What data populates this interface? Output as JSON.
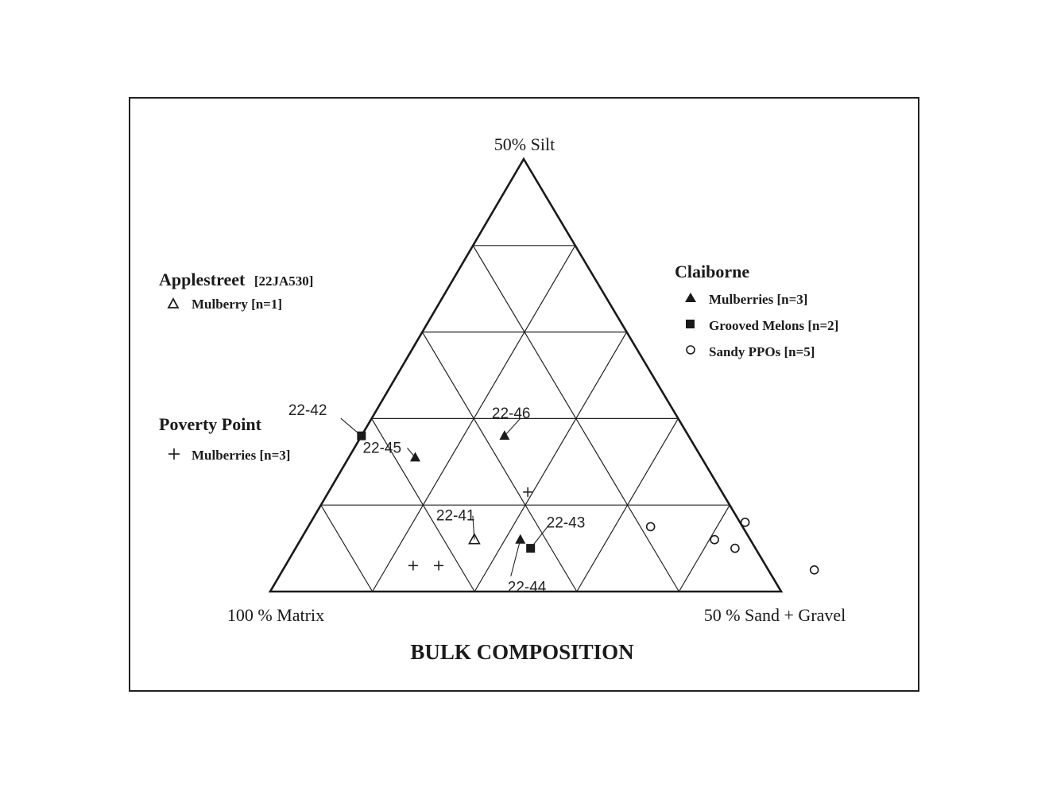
{
  "chart_data": {
    "type": "scatter",
    "subtype": "ternary",
    "title": "BULK COMPOSITION",
    "vertices": {
      "top": "50% Silt",
      "left": "100 % Matrix",
      "right": "50 % Sand + Gravel"
    },
    "grid_divisions": 5,
    "legend_groups": [
      {
        "name": "Applestreet",
        "site": "[22JA530]",
        "entries": [
          {
            "symbol": "△",
            "marker": "triangle-open",
            "label": "Mulberry [n=1]"
          }
        ]
      },
      {
        "name": "Poverty Point",
        "site": "",
        "entries": [
          {
            "symbol": "+",
            "marker": "plus",
            "label": "Mulberries [n=3]"
          }
        ]
      },
      {
        "name": "Claiborne",
        "site": "",
        "entries": [
          {
            "symbol": "▲",
            "marker": "triangle-filled",
            "label": "Mulberries [n=3]"
          },
          {
            "symbol": "■",
            "marker": "square-filled",
            "label": "Grooved Melons [n=2]"
          },
          {
            "symbol": "○",
            "marker": "circle-open",
            "label": "Sandy PPOs [n=5]"
          }
        ]
      }
    ],
    "points": [
      {
        "marker": "square-filled",
        "silt": 0.36,
        "sand_gravel": 0.0,
        "label": "22-42"
      },
      {
        "marker": "triangle-filled",
        "silt": 0.31,
        "sand_gravel": 0.13,
        "label": "22-45"
      },
      {
        "marker": "triangle-filled",
        "silt": 0.36,
        "sand_gravel": 0.28,
        "label": "22-46"
      },
      {
        "marker": "plus",
        "silt": 0.23,
        "sand_gravel": 0.39,
        "label": ""
      },
      {
        "marker": "triangle-open",
        "silt": 0.12,
        "sand_gravel": 0.34,
        "label": "22-41"
      },
      {
        "marker": "triangle-filled",
        "silt": 0.12,
        "sand_gravel": 0.43,
        "label": "22-44"
      },
      {
        "marker": "square-filled",
        "silt": 0.1,
        "sand_gravel": 0.46,
        "label": "22-43"
      },
      {
        "marker": "plus",
        "silt": 0.06,
        "sand_gravel": 0.25,
        "label": ""
      },
      {
        "marker": "plus",
        "silt": 0.06,
        "sand_gravel": 0.3,
        "label": ""
      },
      {
        "marker": "circle-open",
        "silt": 0.15,
        "sand_gravel": 0.67,
        "label": ""
      },
      {
        "marker": "circle-open",
        "silt": 0.12,
        "sand_gravel": 0.81,
        "label": ""
      },
      {
        "marker": "circle-open",
        "silt": 0.16,
        "sand_gravel": 0.85,
        "label": ""
      },
      {
        "marker": "circle-open",
        "silt": 0.1,
        "sand_gravel": 0.86,
        "label": ""
      },
      {
        "marker": "circle-open",
        "silt": 0.05,
        "sand_gravel": 1.04,
        "label": ""
      }
    ],
    "colors": {
      "ink": "#1a1a1a",
      "background": "#ffffff"
    }
  }
}
